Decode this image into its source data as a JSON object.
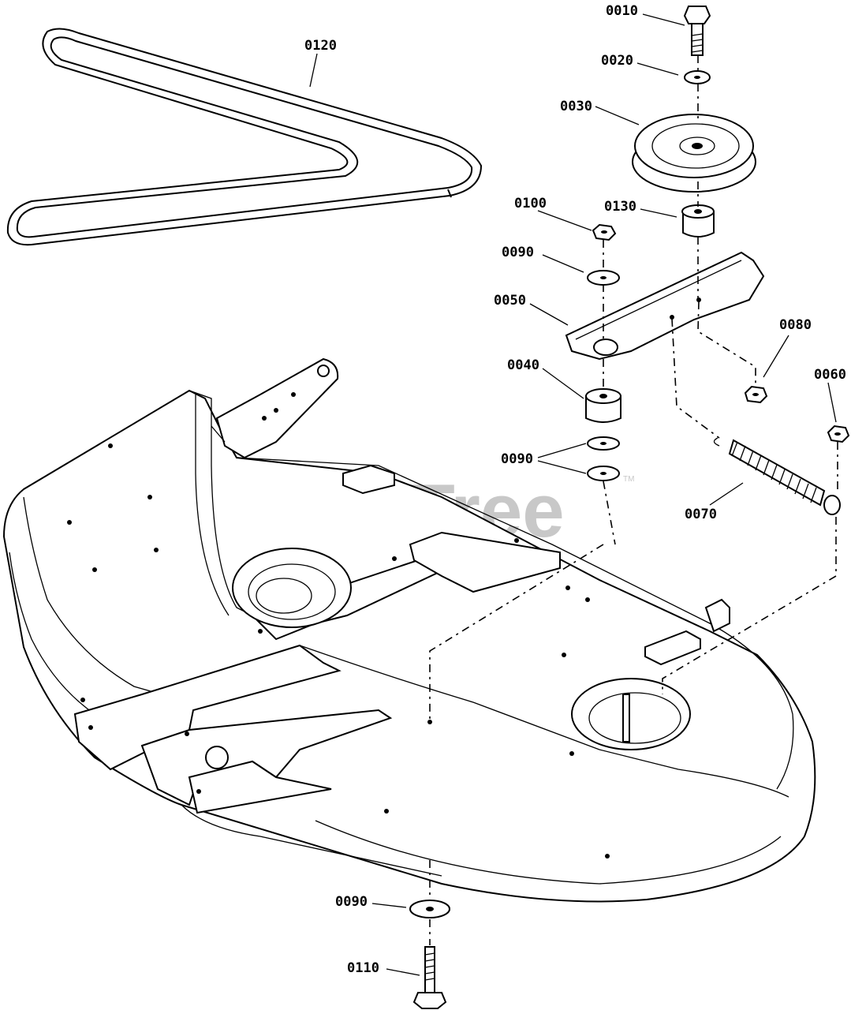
{
  "watermark": {
    "text": "PartsTree",
    "tm": "TM"
  },
  "labels": {
    "p0010": "0010",
    "p0020": "0020",
    "p0030": "0030",
    "p0040": "0040",
    "p0050": "0050",
    "p0060": "0060",
    "p0070": "0070",
    "p0080": "0080",
    "p0090a": "0090",
    "p0090b": "0090",
    "p0090c": "0090",
    "p0100": "0100",
    "p0110": "0110",
    "p0120": "0120",
    "p0130": "0130"
  }
}
